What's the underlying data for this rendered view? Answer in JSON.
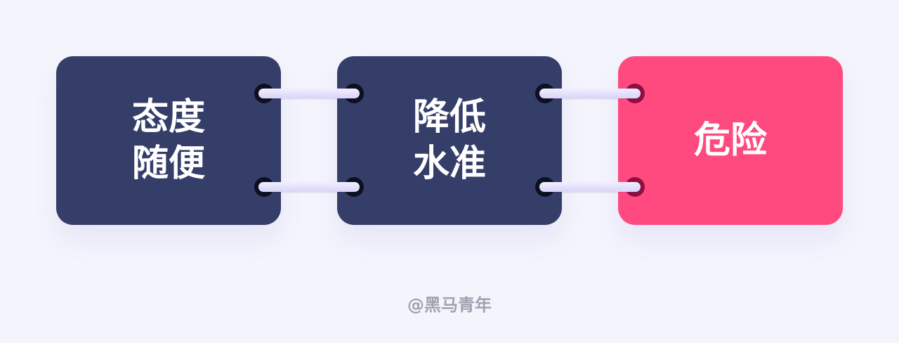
{
  "colors": {
    "background": "#F4F4FD",
    "navy_card": "#353D69",
    "pink_card": "#FF4A80",
    "hole_dark": "#0D1020",
    "hole_maroon": "#8E1040",
    "ring": "#E6E3FB",
    "caption": "#A0A2B0",
    "label_text": "#FFFFFF"
  },
  "cards": [
    {
      "label": "态度随便",
      "style": "navy"
    },
    {
      "label": "降低水准",
      "style": "navy"
    },
    {
      "label": "危险",
      "style": "pink"
    }
  ],
  "connectors": [
    {
      "from": 0,
      "to": 1,
      "count": 2
    },
    {
      "from": 1,
      "to": 2,
      "count": 2
    }
  ],
  "caption": "@黑马青年"
}
